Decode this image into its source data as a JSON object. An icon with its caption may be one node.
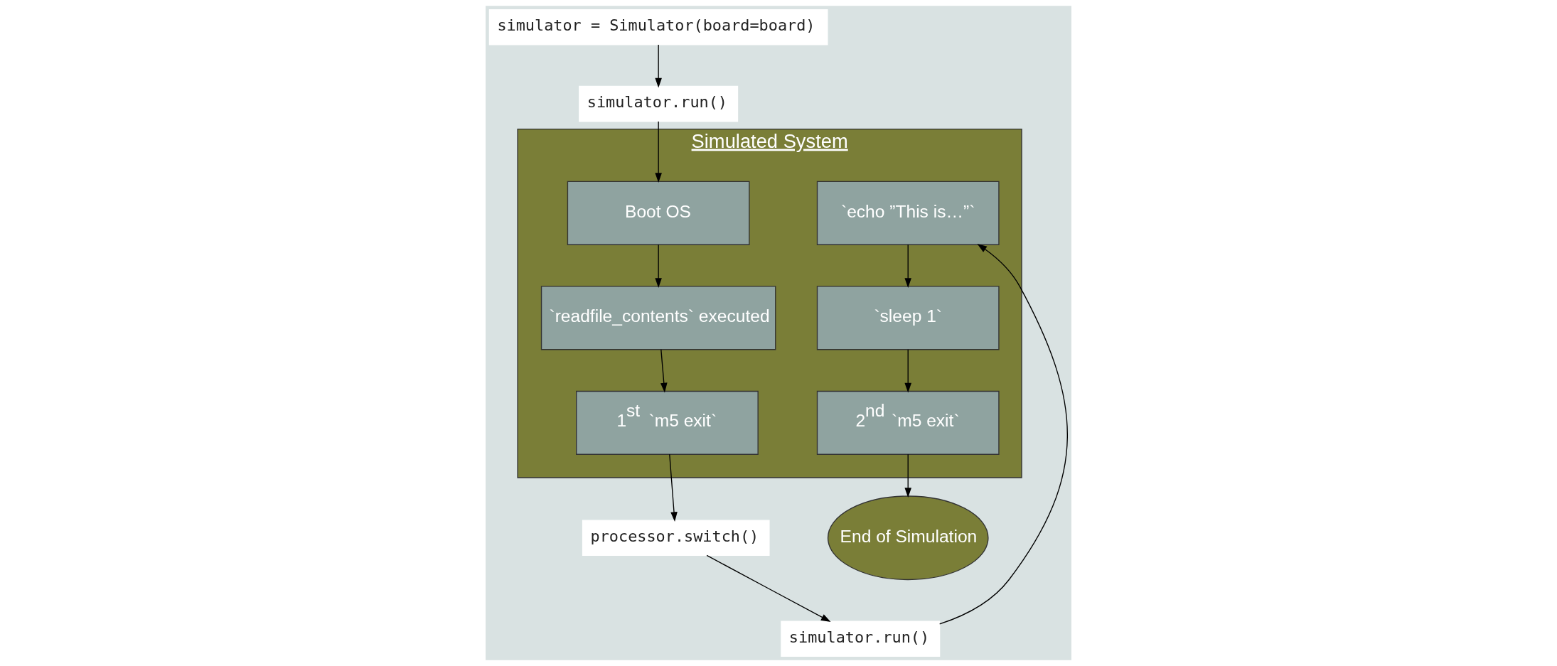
{
  "diagram": {
    "nodes": [
      {
        "text": [
          "simulator = Simulator(board=board)"
        ]
      },
      {
        "text": [
          "simulator.run()"
        ]
      },
      {
        "text": [
          "processor.switch()"
        ]
      },
      {
        "text": [
          "simulator.run()"
        ]
      },
      {
        "text": [
          "End of Simulation"
        ]
      },
      {
        "text": [
          "Simulated System"
        ]
      },
      {
        "text": [
          "Boot OS"
        ],
        "in": 5
      },
      {
        "text": [
          "`readfile_contents` executed"
        ],
        "in": 5
      },
      {
        "text": [
          "1$^{st}$ `m5 exit`"
        ],
        "in": 5
      },
      {
        "text": [
          "`echo ”This is…”`"
        ],
        "in": 5
      },
      {
        "text": [
          "`sleep 1`"
        ],
        "in": 5
      },
      {
        "text": [
          "2$^{nd}$ `m5 exit`"
        ],
        "in": 5
      }
    ],
    "edges": [
      {
        "from": 0,
        "to": 1,
        "arrow": "to"
      },
      {
        "from": 1,
        "to": 6,
        "arrow": "to"
      },
      {
        "from": 6,
        "to": 7,
        "arrow": "to"
      },
      {
        "from": 7,
        "to": 8,
        "arrow": "to"
      },
      {
        "from": 8,
        "to": 2,
        "arrow": "to"
      },
      {
        "from": 2,
        "to": 3,
        "arrow": "to"
      },
      {
        "from": 3,
        "to": 9,
        "arrow": "to"
      },
      {
        "from": 9,
        "to": 10,
        "arrow": "to"
      },
      {
        "from": 10,
        "to": 11,
        "arrow": "to"
      },
      {
        "from": 11,
        "to": 4,
        "arrow": "to"
      }
    ]
  }
}
